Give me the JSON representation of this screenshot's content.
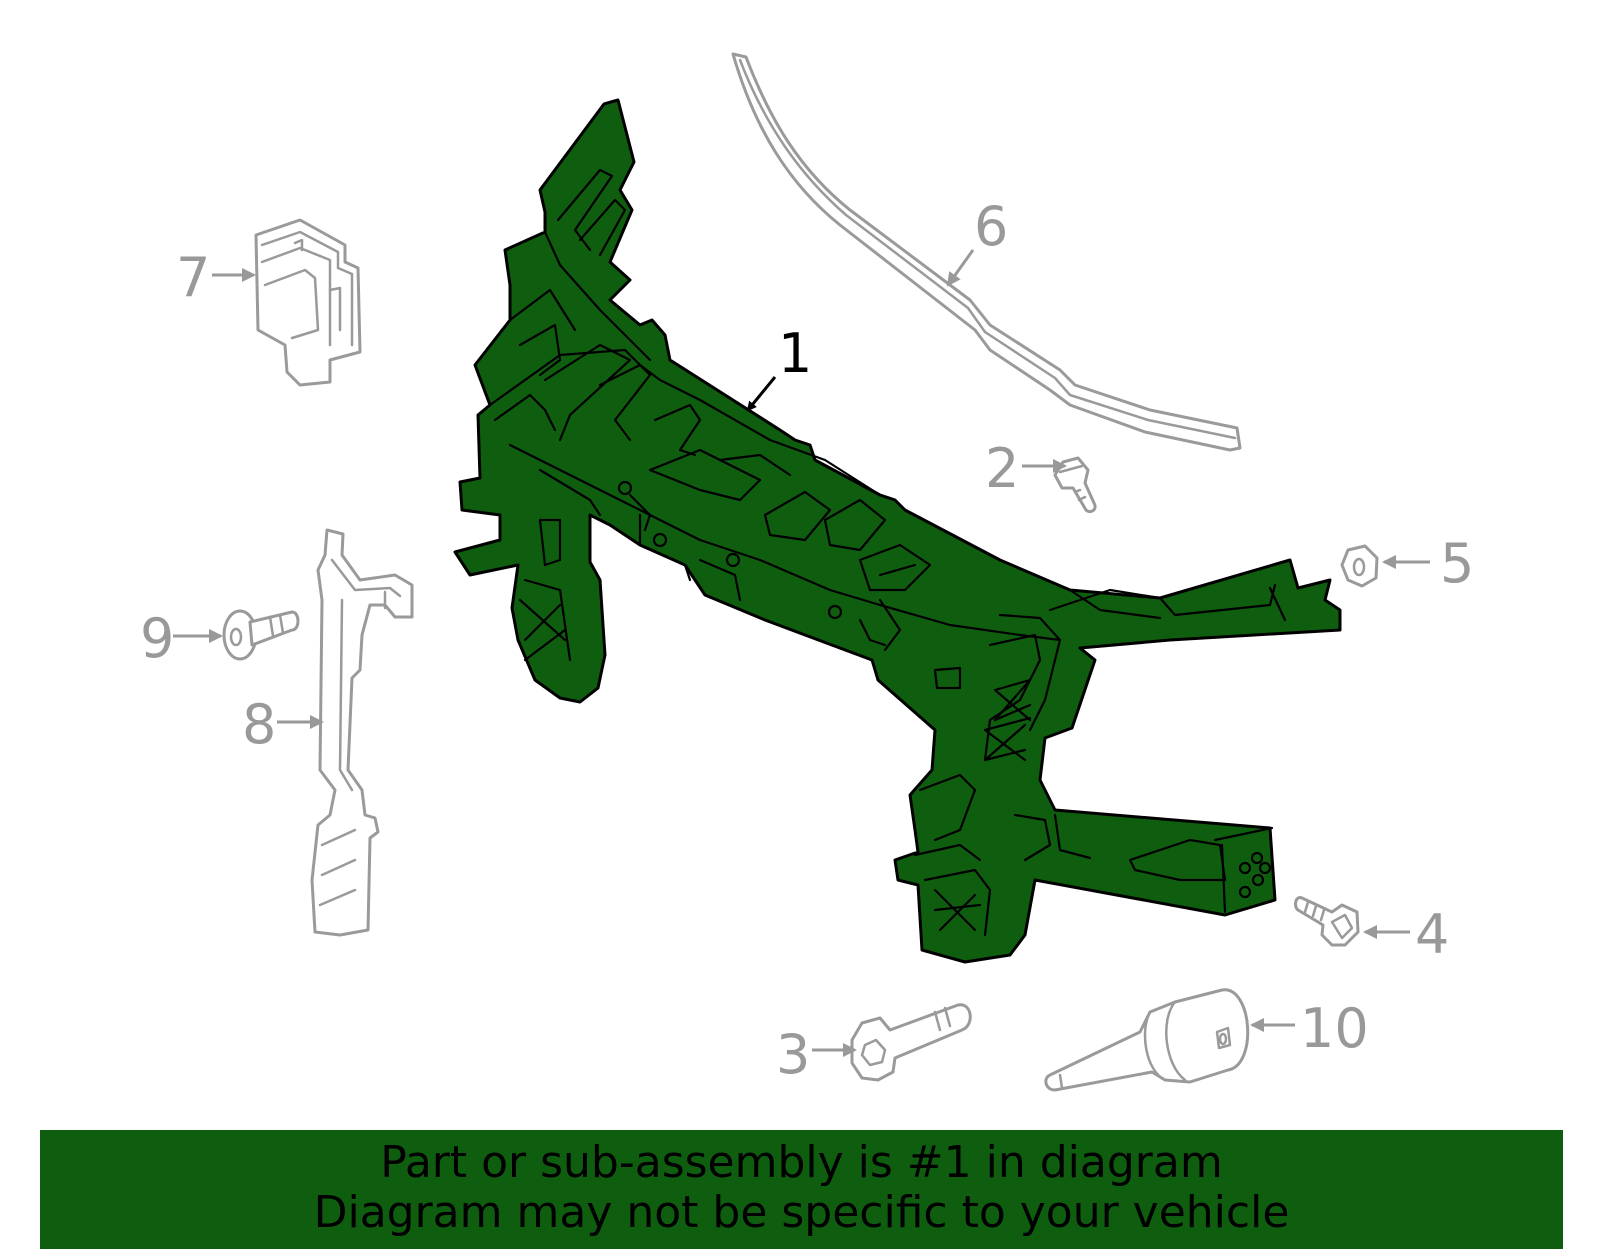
{
  "diagram": {
    "highlight_color": "#0f5e0f",
    "callouts": {
      "c1": "1",
      "c2": "2",
      "c3": "3",
      "c4": "4",
      "c5": "5",
      "c6": "6",
      "c7": "7",
      "c8": "8",
      "c9": "9",
      "c10": "10"
    },
    "highlighted_part": "1"
  },
  "banner": {
    "line1": "Part or sub-assembly is #1 in diagram",
    "line2": "Diagram may not be specific to your vehicle",
    "background": "#0f5e0f"
  }
}
